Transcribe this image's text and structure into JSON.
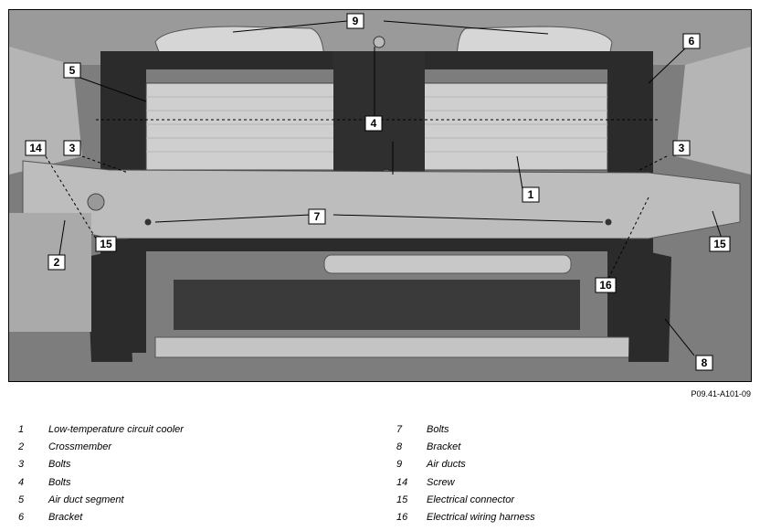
{
  "figure": {
    "code": "P09.41-A101-09",
    "callouts": {
      "c1": "1",
      "c2": "2",
      "c3a": "3",
      "c3b": "3",
      "c4": "4",
      "c5": "5",
      "c6": "6",
      "c7": "7",
      "c8": "8",
      "c9": "9",
      "c14": "14",
      "c15a": "15",
      "c15b": "15",
      "c16": "16"
    }
  },
  "legend": {
    "left": [
      {
        "num": "1",
        "text": "Low-temperature circuit cooler"
      },
      {
        "num": "2",
        "text": "Crossmember"
      },
      {
        "num": "3",
        "text": "Bolts"
      },
      {
        "num": "4",
        "text": "Bolts"
      },
      {
        "num": "5",
        "text": "Air duct segment"
      },
      {
        "num": "6",
        "text": "Bracket"
      }
    ],
    "right": [
      {
        "num": "7",
        "text": "Bolts"
      },
      {
        "num": "8",
        "text": "Bracket"
      },
      {
        "num": "9",
        "text": "Air ducts"
      },
      {
        "num": "14",
        "text": "Screw"
      },
      {
        "num": "15",
        "text": "Electrical connector"
      },
      {
        "num": "16",
        "text": "Electrical wiring harness"
      }
    ]
  },
  "colors": {
    "engine_bay": "#8a8a8a",
    "radiator": "#c9c9c9",
    "crossmember": "#bdbdbd",
    "frame_dark": "#2b2b2b"
  }
}
